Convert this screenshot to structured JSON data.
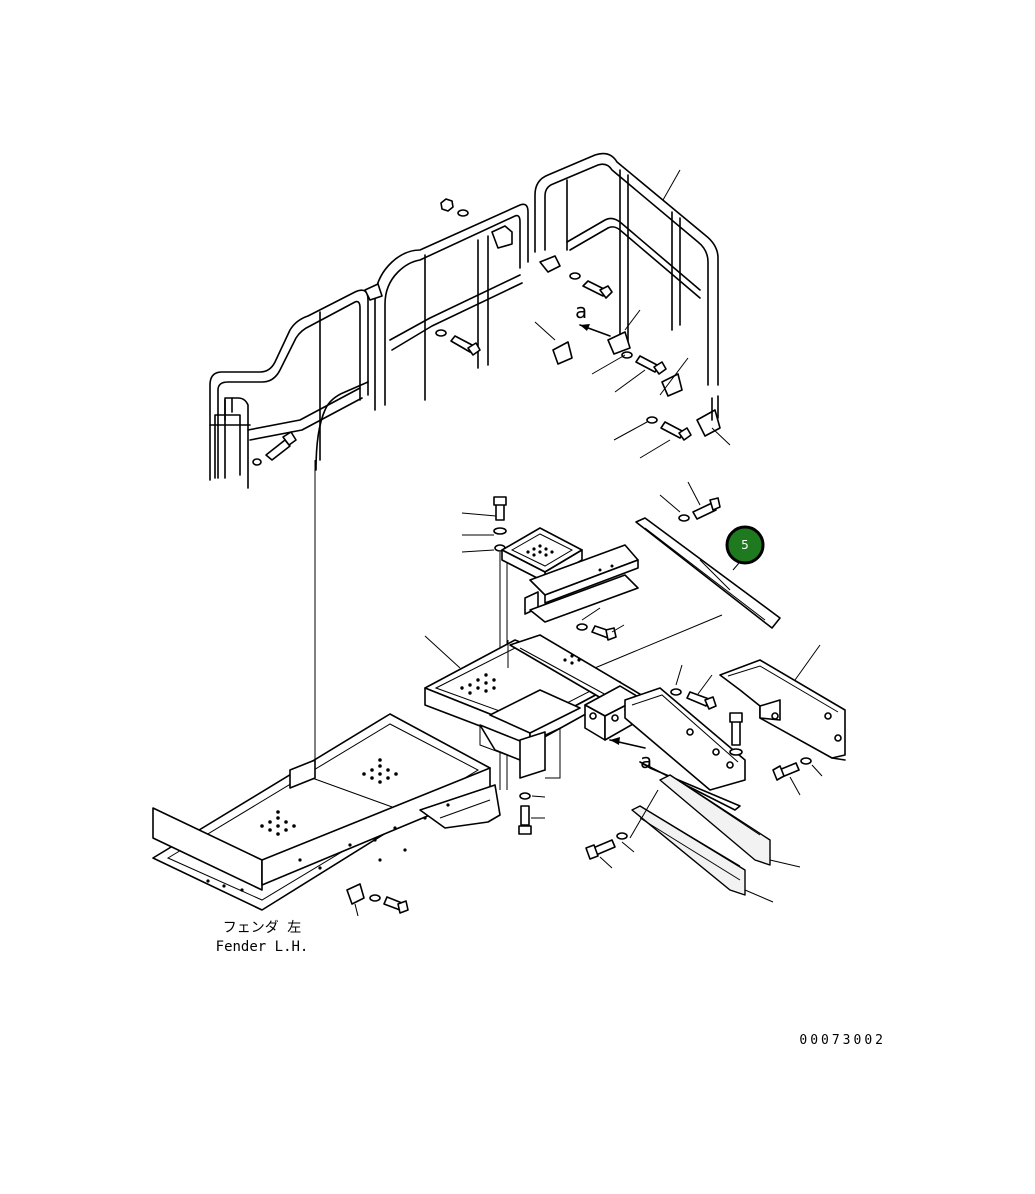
{
  "diagram": {
    "ref_letter_top": "a",
    "ref_letter_mid": "a",
    "fender_label_jp": "フェンダ 左",
    "fender_label_en": "Fender L.H.",
    "drawing_number": "00073002",
    "callout": {
      "number": "5",
      "fill_color": "#1f7a1f",
      "text_color": "#ffffff"
    }
  }
}
